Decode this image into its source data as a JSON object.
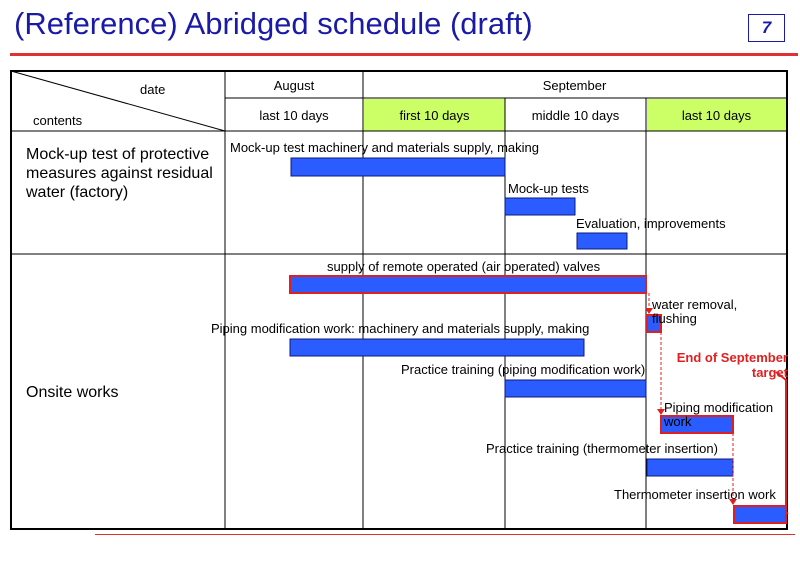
{
  "header": {
    "title": "(Reference) Abridged schedule (draft)",
    "page_number": "7"
  },
  "table": {
    "corner_top": "date",
    "corner_bottom": "contents",
    "months": [
      "August",
      "September"
    ],
    "periods": [
      "last 10 days",
      "first 10 days",
      "middle 10 days",
      "last 10 days"
    ],
    "highlighted_periods": [
      1,
      3
    ]
  },
  "rows": {
    "mockup": {
      "label": "Mock-up test of protective measures against residual water (factory)",
      "tasks": [
        "Mock-up test machinery and materials supply, making",
        "Mock-up tests",
        "Evaluation, improvements"
      ]
    },
    "onsite": {
      "label": "Onsite works",
      "tasks": [
        "supply of remote operated (air operated) valves",
        "water removal, flushing",
        "Piping modification work: machinery and materials supply, making",
        "Practice training (piping modification work)",
        "Piping modification work",
        "Practice training (thermometer insertion)",
        "Thermometer insertion work"
      ]
    }
  },
  "annotation": {
    "target": "End of September target"
  },
  "colors": {
    "bar": "#2a5cff",
    "bar_border": "#0a1a80",
    "accent_red": "#e02020",
    "highlight": "#ccff66",
    "title": "#1a1aa8"
  }
}
